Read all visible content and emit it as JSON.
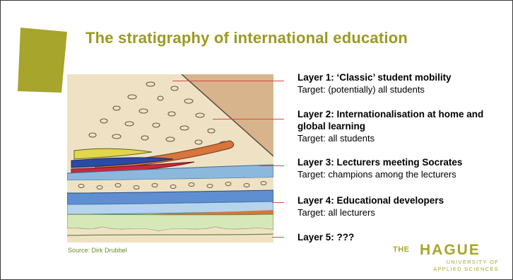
{
  "slide": {
    "title": "The stratigraphy of international education",
    "source": "Source: Dirk Drubbel",
    "accent_color": "#9a9a22",
    "leader_color": "#d9474b"
  },
  "layers": [
    {
      "name": "Layer 1: ‘Classic’ student mobility",
      "target": "Target: (potentially) all students"
    },
    {
      "name": "Layer 2: Internationalisation at home and global learning",
      "target": "Target: all students"
    },
    {
      "name": "Layer 3: Lecturers meeting Socrates",
      "target": "Target: champions among the lecturers"
    },
    {
      "name": "Layer 4: Educational developers",
      "target": "Target: all lecturers"
    },
    {
      "name": "Layer 5: ???",
      "target": ""
    }
  ],
  "logo": {
    "the": "THE",
    "hague": "HAGUE",
    "line1": "UNIVERSITY OF",
    "line2": "APPLIED SCIENCES"
  }
}
